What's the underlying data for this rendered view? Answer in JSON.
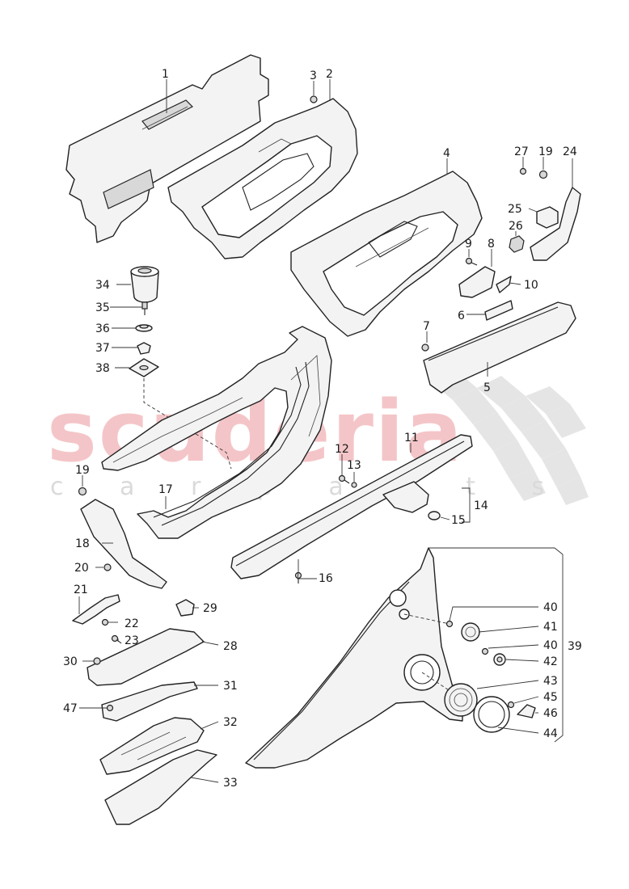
{
  "watermark": {
    "brand": "scuderia",
    "sub": "c a r p a r t s"
  },
  "callouts": [
    {
      "id": "c1",
      "label": "1"
    },
    {
      "id": "c2",
      "label": "2"
    },
    {
      "id": "c3",
      "label": "3"
    },
    {
      "id": "c4",
      "label": "4"
    },
    {
      "id": "c5",
      "label": "5"
    },
    {
      "id": "c6",
      "label": "6"
    },
    {
      "id": "c7",
      "label": "7"
    },
    {
      "id": "c8",
      "label": "8"
    },
    {
      "id": "c9",
      "label": "9"
    },
    {
      "id": "c10",
      "label": "10"
    },
    {
      "id": "c11",
      "label": "11"
    },
    {
      "id": "c12",
      "label": "12"
    },
    {
      "id": "c13",
      "label": "13"
    },
    {
      "id": "c14",
      "label": "14"
    },
    {
      "id": "c15",
      "label": "15"
    },
    {
      "id": "c16",
      "label": "16"
    },
    {
      "id": "c17",
      "label": "17"
    },
    {
      "id": "c18",
      "label": "18"
    },
    {
      "id": "c19a",
      "label": "19"
    },
    {
      "id": "c19b",
      "label": "19"
    },
    {
      "id": "c20",
      "label": "20"
    },
    {
      "id": "c21",
      "label": "21"
    },
    {
      "id": "c22",
      "label": "22"
    },
    {
      "id": "c23",
      "label": "23"
    },
    {
      "id": "c24",
      "label": "24"
    },
    {
      "id": "c25",
      "label": "25"
    },
    {
      "id": "c26",
      "label": "26"
    },
    {
      "id": "c27",
      "label": "27"
    },
    {
      "id": "c28",
      "label": "28"
    },
    {
      "id": "c29",
      "label": "29"
    },
    {
      "id": "c30",
      "label": "30"
    },
    {
      "id": "c31",
      "label": "31"
    },
    {
      "id": "c32",
      "label": "32"
    },
    {
      "id": "c33",
      "label": "33"
    },
    {
      "id": "c34",
      "label": "34"
    },
    {
      "id": "c35",
      "label": "35"
    },
    {
      "id": "c36",
      "label": "36"
    },
    {
      "id": "c37",
      "label": "37"
    },
    {
      "id": "c38",
      "label": "38"
    },
    {
      "id": "c39",
      "label": "39"
    },
    {
      "id": "c40a",
      "label": "40"
    },
    {
      "id": "c40b",
      "label": "40"
    },
    {
      "id": "c41",
      "label": "41"
    },
    {
      "id": "c42",
      "label": "42"
    },
    {
      "id": "c43",
      "label": "43"
    },
    {
      "id": "c44",
      "label": "44"
    },
    {
      "id": "c45",
      "label": "45"
    },
    {
      "id": "c46",
      "label": "46"
    },
    {
      "id": "c47",
      "label": "47"
    }
  ]
}
